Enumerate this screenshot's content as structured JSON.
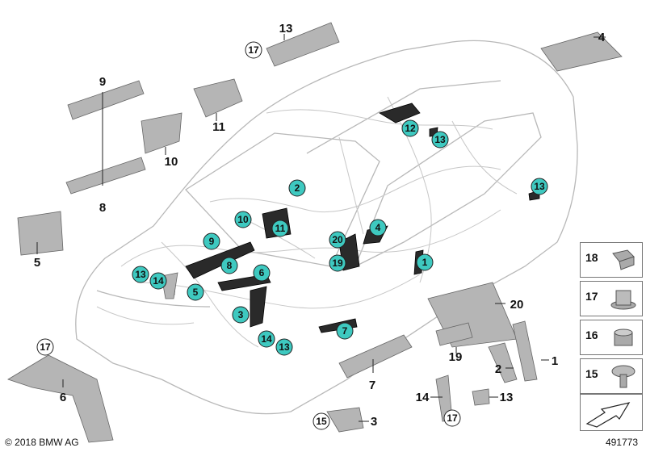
{
  "part_labels": [
    "1",
    "2",
    "3",
    "4",
    "5",
    "6",
    "7",
    "8",
    "9",
    "10",
    "11",
    "12",
    "13",
    "14",
    "15",
    "16",
    "17",
    "18",
    "19",
    "20"
  ],
  "callouts": {
    "c1": "1",
    "c2": "2",
    "c3": "3",
    "c4": "4",
    "c5": "5",
    "c6": "6",
    "c7": "7",
    "c8": "8",
    "c9": "9",
    "c10": "10",
    "c11": "11",
    "c12": "12",
    "c13": "13",
    "c14": "14",
    "c19": "19",
    "c20": "20"
  },
  "legend": [
    {
      "num": "18",
      "icon": "clip-18-icon"
    },
    {
      "num": "17",
      "icon": "nut-17-icon"
    },
    {
      "num": "16",
      "icon": "nut-16-icon"
    },
    {
      "num": "15",
      "icon": "screw-15-icon"
    }
  ],
  "copyright": "© 2018 BMW AG",
  "diagram_id": "491773",
  "colors": {
    "callout_fill": "#3ec9c0",
    "line": "#222222",
    "wire": "#c7c7c7",
    "part": "#b5b5b5"
  }
}
